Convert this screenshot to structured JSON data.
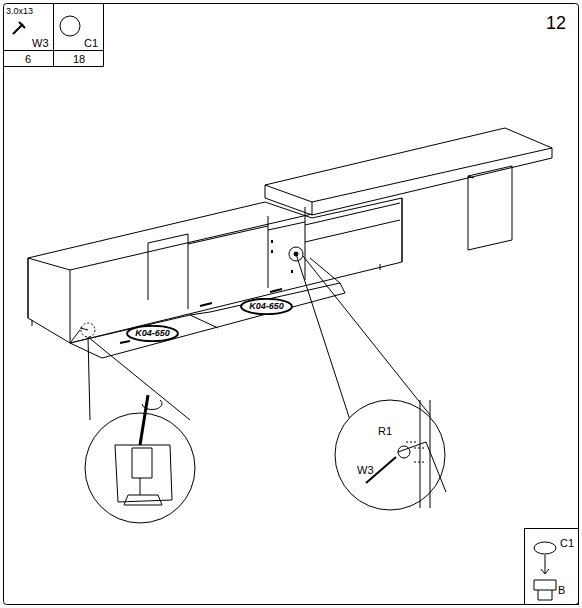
{
  "diagram": {
    "nodes": [
      {
        "text": [
          "K04-650"
        ]
      },
      {
        "text": [
          "K04-650"
        ]
      }
    ],
    "labels": [
      "3.0x13",
      "W3",
      "C1",
      "6",
      "18",
      "12",
      "R1",
      "W3",
      "C1",
      "B"
    ]
  }
}
